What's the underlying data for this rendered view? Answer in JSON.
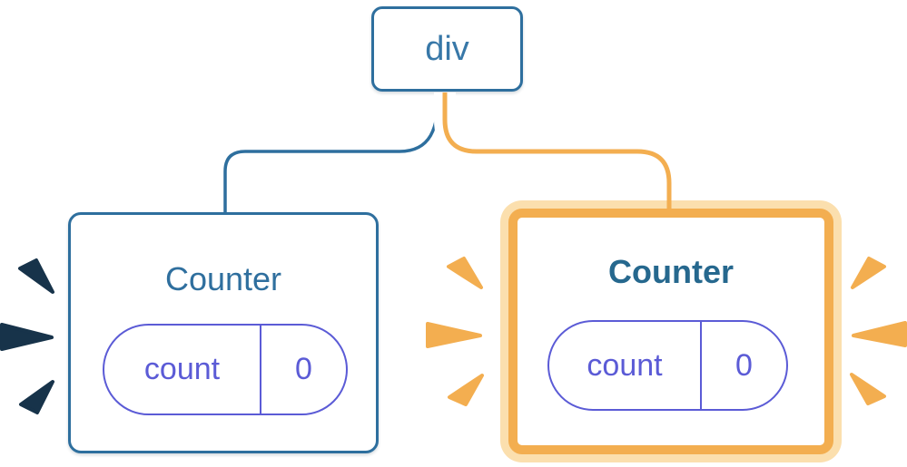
{
  "root_node": {
    "label": "div"
  },
  "counters": [
    {
      "title": "Counter",
      "state_key": "count",
      "state_value": "0",
      "highlighted": false
    },
    {
      "title": "Counter",
      "state_key": "count",
      "state_value": "0",
      "highlighted": true
    }
  ],
  "colors": {
    "blue": "#2E6F9E",
    "blue-text": "#3878A8",
    "title-left": "#2F6F9E",
    "title-right": "#26688E",
    "purple": "#5B5BD6",
    "orange": "#F3AE50",
    "orange-light": "#FBDFAE",
    "spark-dark": "#17334A"
  }
}
